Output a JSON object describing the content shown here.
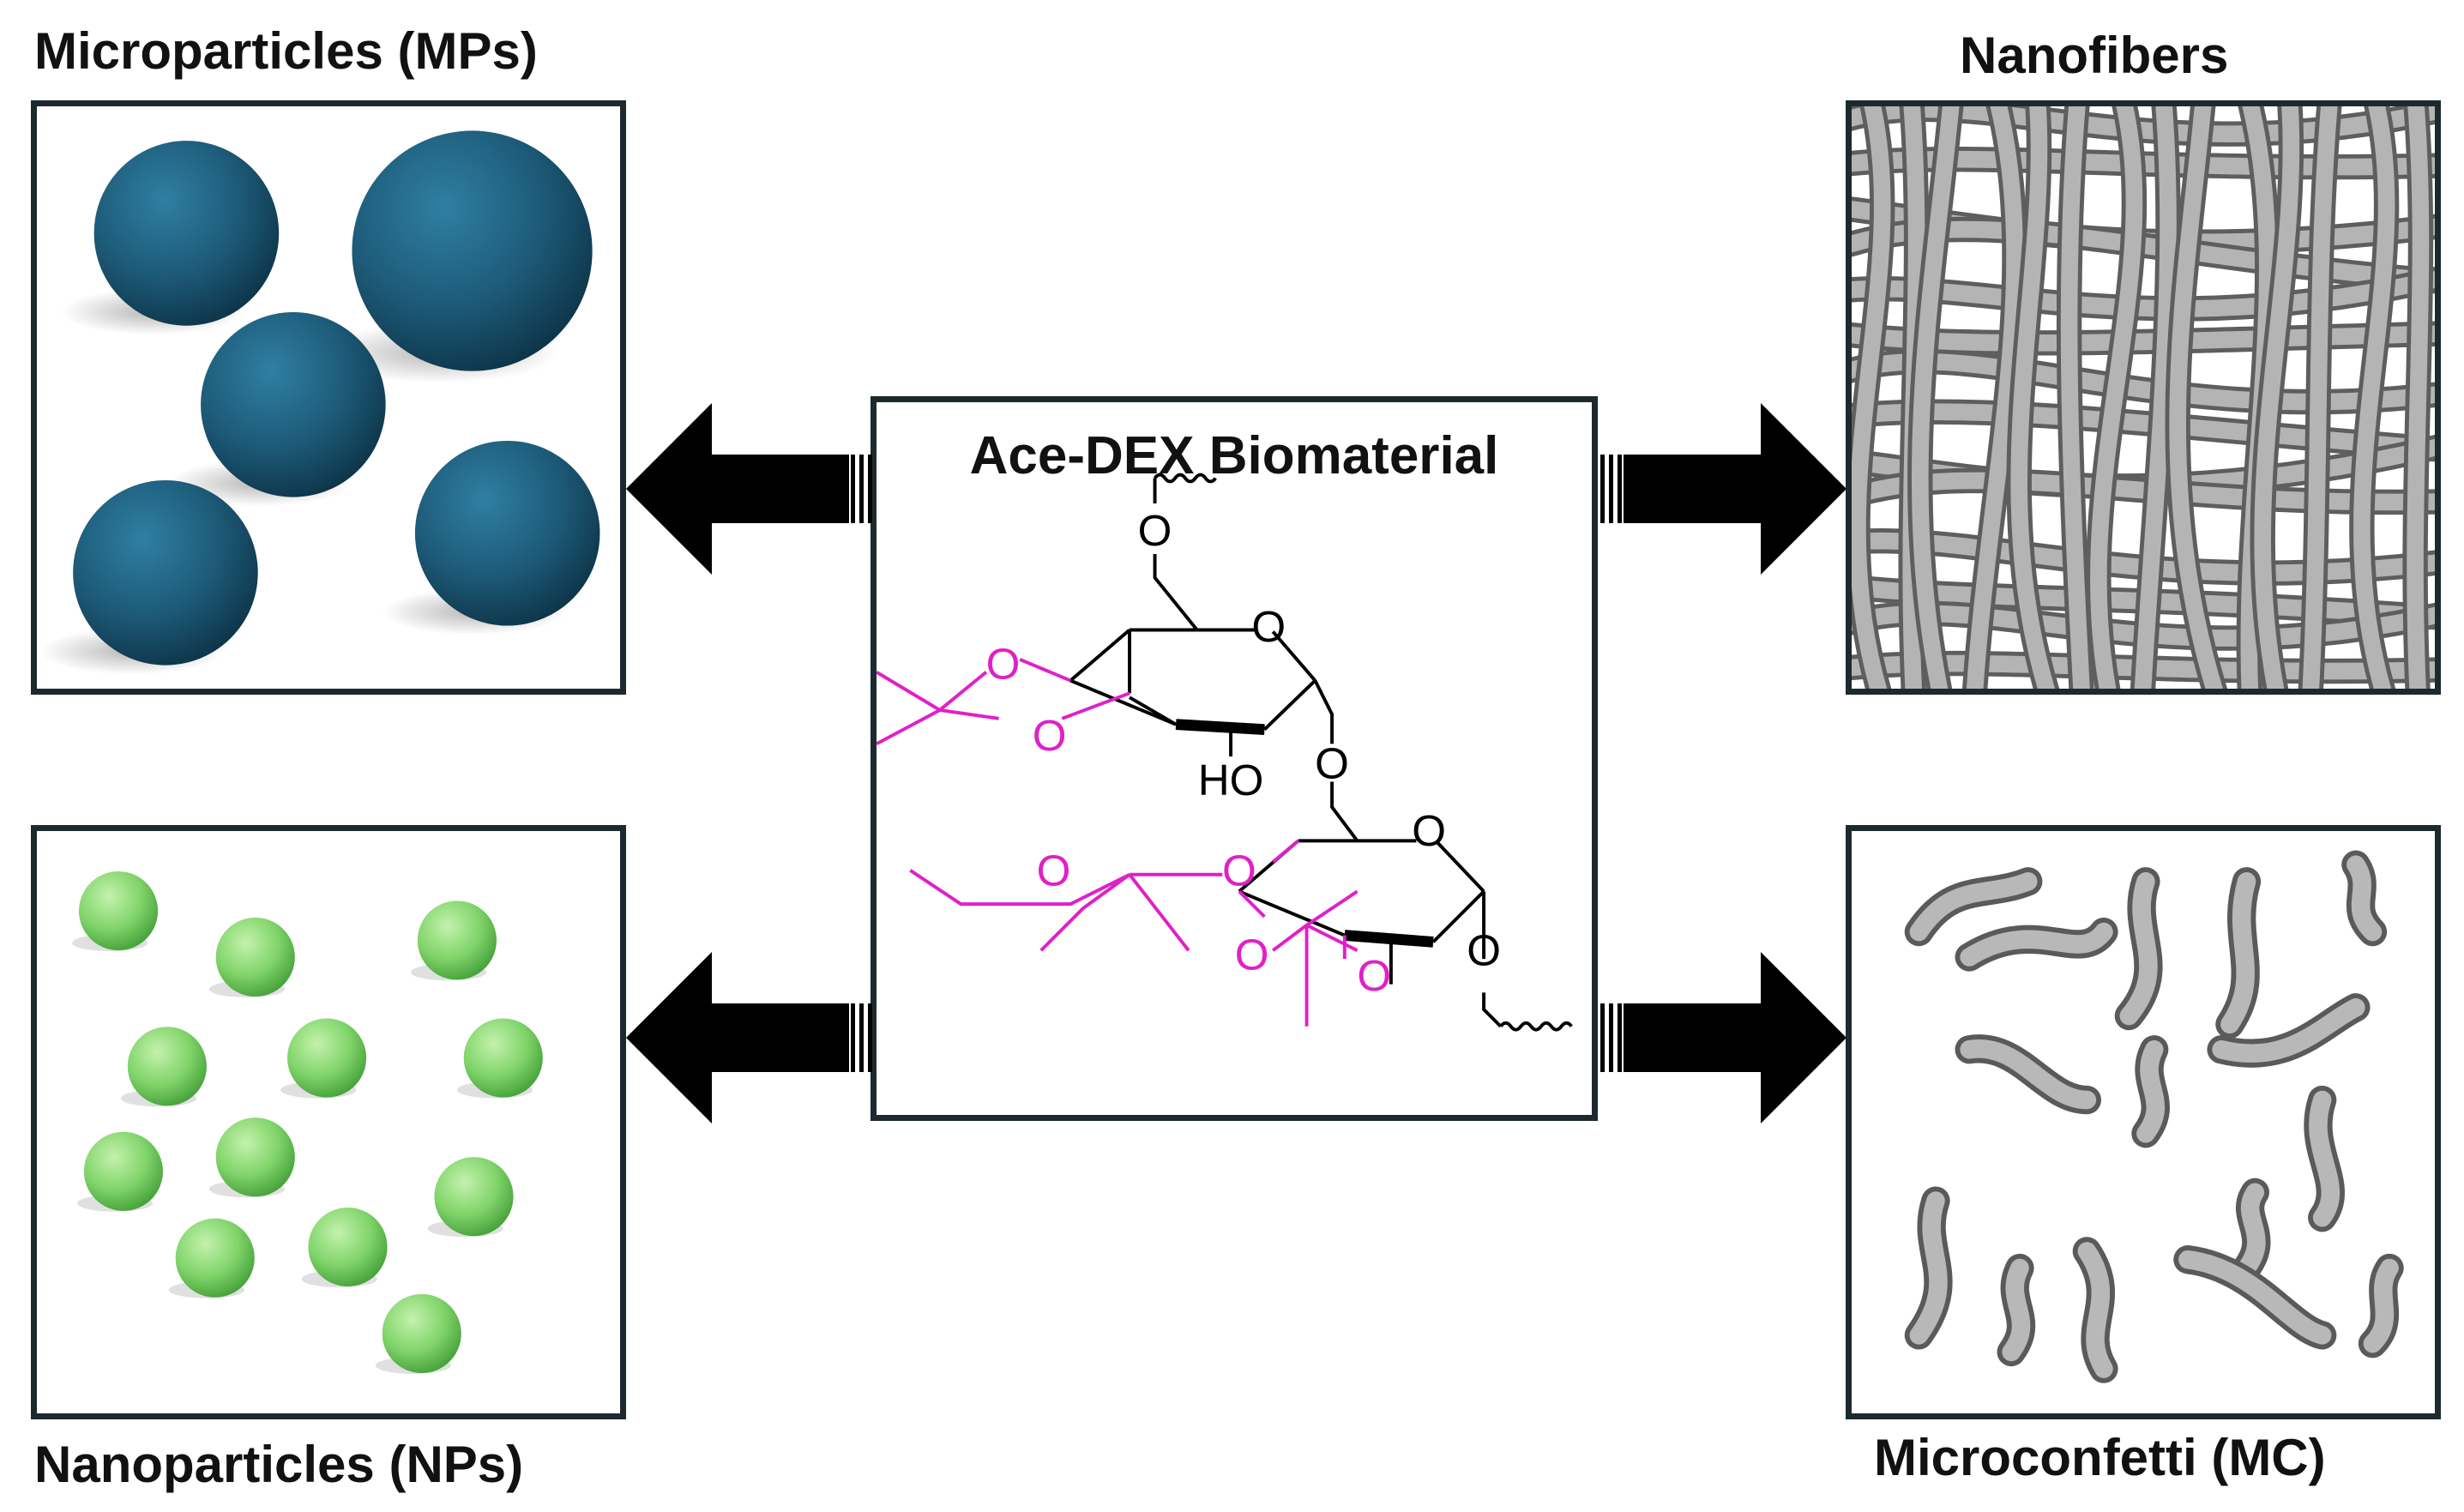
{
  "labels": {
    "microparticles": "Microparticles (MPs)",
    "nanofibers": "Nanofibers",
    "nanoparticles": "Nanoparticles (NPs)",
    "microconfetti": "Microconfetti (MC)"
  },
  "center": {
    "title": "Ace-DEX Biomaterial",
    "atoms": {
      "oxygen": "O",
      "hydroxyl": "HO"
    }
  },
  "colors": {
    "panel_border": "#1c2a30",
    "microparticle": "#1f5f7e",
    "nanoparticle": "#7fd46a",
    "fiber": "#9a9a9a",
    "acetal_group": "#e020c8",
    "arrow": "#000000"
  }
}
